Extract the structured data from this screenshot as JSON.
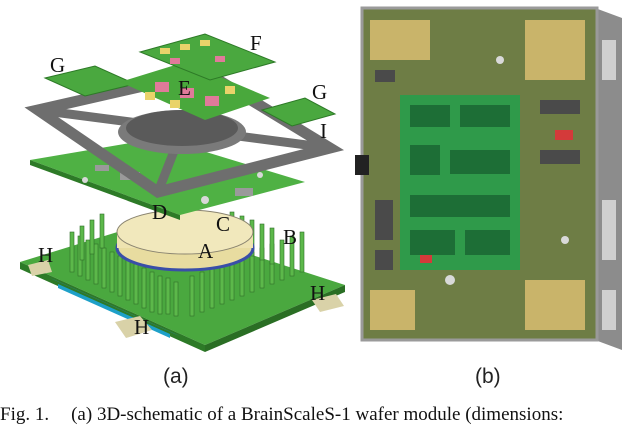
{
  "figure": {
    "panel_a": {
      "label": "(a)",
      "component_letters": [
        "G",
        "F",
        "E",
        "G",
        "I",
        "D",
        "C",
        "B",
        "A",
        "H",
        "H",
        "H"
      ]
    },
    "panel_b": {
      "label": "(b)"
    },
    "caption": {
      "prefix": "Fig. 1.",
      "text": "(a) 3D-schematic of a BrainScaleS-1 wafer module (dimensions:"
    }
  },
  "colors": {
    "pcb_green": "#3aa935",
    "frame_gray": "#6e6e6e",
    "wafer_yellow": "#e8dca0",
    "connector_blue": "#2f7ec0"
  }
}
